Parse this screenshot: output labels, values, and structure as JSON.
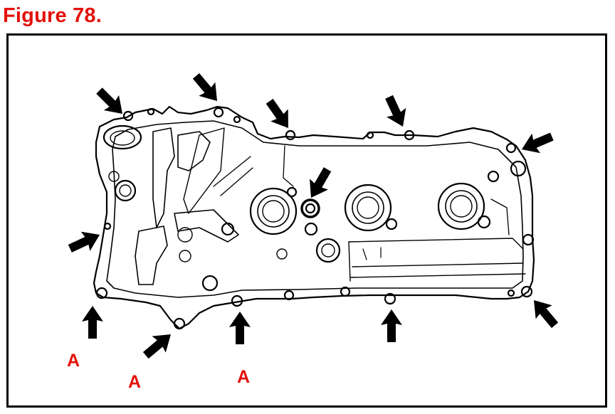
{
  "figure": {
    "title": "Figure 78.",
    "title_color": "#e3120b"
  },
  "diagram": {
    "subject": "cylinder head cover bolt locations",
    "arrow_color": "#000000",
    "callouts": [
      {
        "label": "A"
      },
      {
        "label": "A"
      },
      {
        "label": "A"
      }
    ]
  }
}
